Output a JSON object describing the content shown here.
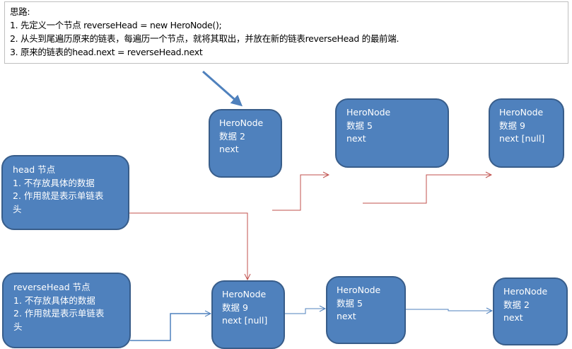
{
  "note": {
    "title": "思路:",
    "lines": [
      "1. 先定义一个节点 reverseHead = new HeroNode();",
      "2. 从头到尾遍历原来的链表，每遍历一个节点，就将其取出，并放在新的链表reverseHead 的最前端.",
      "3. 原来的链表的head.next = reverseHead.next"
    ]
  },
  "head_box": {
    "title": "head 节点",
    "line1": "1. 不存放具体的数据",
    "line2": "2. 作用就是表示单链表",
    "line3": "头"
  },
  "reverse_box": {
    "title": "reverseHead 节点",
    "line1": "1. 不存放具体的数据",
    "line2": "2. 作用就是表示单链表",
    "line3": "头"
  },
  "top_nodes": [
    {
      "name": "HeroNode",
      "data": "数据 2",
      "next": "next"
    },
    {
      "name": "HeroNode",
      "data": "数据 5",
      "next": "next"
    },
    {
      "name": "HeroNode",
      "data": "数据 9",
      "next": "next [null]"
    }
  ],
  "bottom_nodes": [
    {
      "name": "HeroNode",
      "data": "数据 9",
      "next": "next [null]"
    },
    {
      "name": "HeroNode",
      "data": "数据 5",
      "next": "next"
    },
    {
      "name": "HeroNode",
      "data": "数据 2",
      "next": "next"
    }
  ],
  "colors": {
    "node_fill": "#4f81bd",
    "node_border": "#385d8a",
    "red_link": "#c0504d",
    "blue_link": "#4f81bd"
  }
}
